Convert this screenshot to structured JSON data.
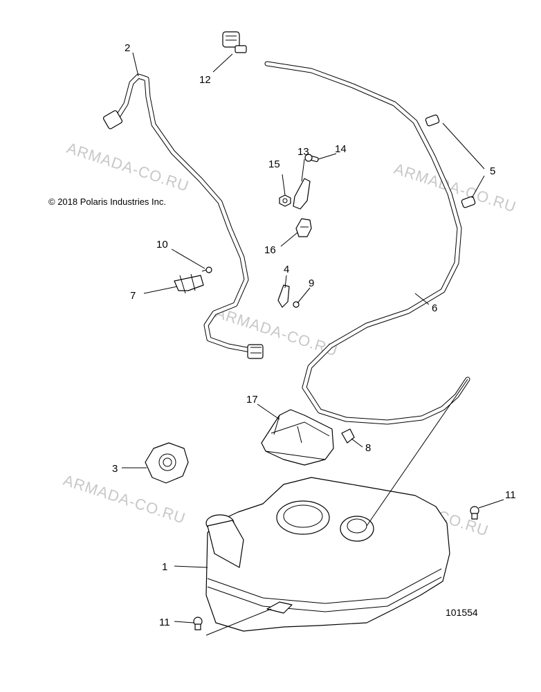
{
  "diagram": {
    "copyright": "© 2018 Polaris Industries Inc.",
    "part_number": "101554",
    "watermark": "ARMADA-CO.RU",
    "callouts": [
      "1",
      "2",
      "3",
      "4",
      "5",
      "6",
      "7",
      "8",
      "9",
      "10",
      "11",
      "11",
      "12",
      "13",
      "14",
      "15",
      "16",
      "17"
    ]
  }
}
